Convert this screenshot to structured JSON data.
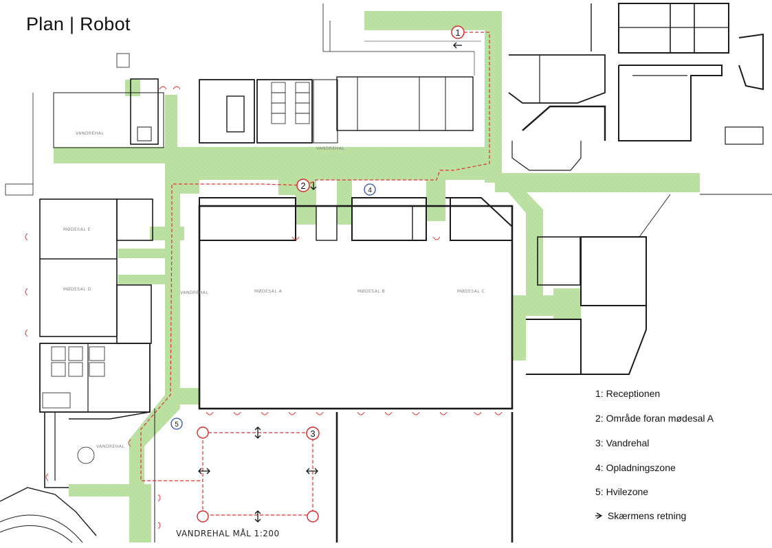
{
  "title": "Plan | Robot",
  "scale_label": "VANDREHAL MÅL 1:200",
  "colors": {
    "corridor": "#bfe3a6",
    "route": "#e03030",
    "waypoint_red": "#d42a2a",
    "waypoint_blue": "#2b4fa6",
    "wall": "#1a1a1a"
  },
  "legend": [
    {
      "key": "1:",
      "label": "Receptionen"
    },
    {
      "key": "2:",
      "label": "Område foran mødesal A"
    },
    {
      "key": "3:",
      "label": "Vandrehal"
    },
    {
      "key": "4:",
      "label": "Opladningszone"
    },
    {
      "key": "5:",
      "label": "Hvilezone"
    },
    {
      "key": "",
      "label": "Skærmens retning",
      "icon": "screen-direction-arrow-icon"
    }
  ],
  "waypoints": [
    "1",
    "2",
    "3",
    "4",
    "5"
  ],
  "rooms": {
    "modesal_a": "MØDESAL A",
    "modesal_b": "MØDESAL B",
    "modesal_c": "MØDESAL C",
    "modesal_e": "MØDESAL E",
    "modesal_d": "MØDESAL D",
    "vandrehal_left": "VANDREHAL",
    "vandrehal_top": "VANDREHAL",
    "vandrehal_mid": "VANDREHAL",
    "vandrehal_bottom": "VANDREHAL"
  }
}
